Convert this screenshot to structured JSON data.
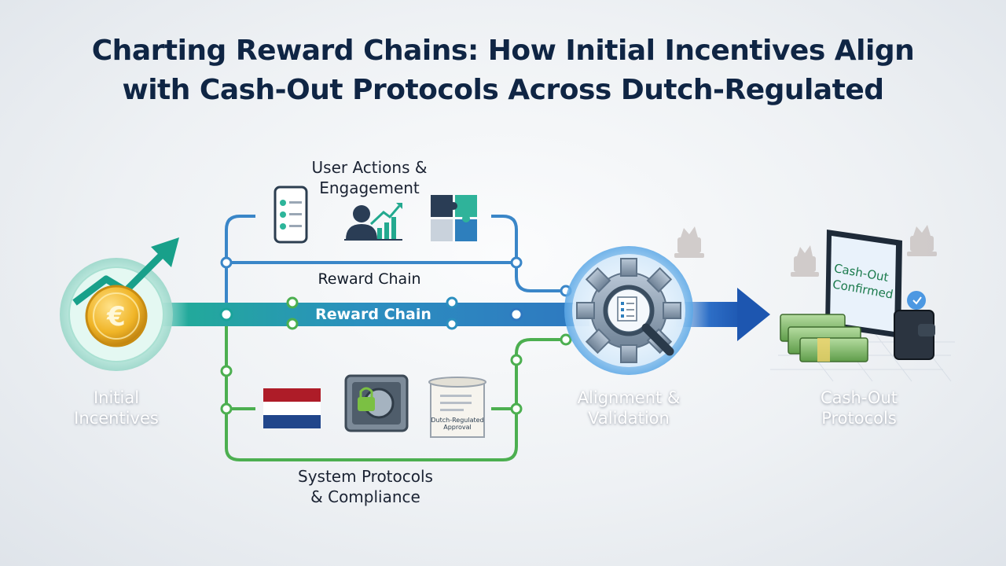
{
  "title": {
    "line1": "Charting Reward Chains: How Initial Incentives Align",
    "line2": "with Cash-Out Protocols Across Dutch-Regulated"
  },
  "nodes": {
    "initial": {
      "line1": "Initial",
      "line2": "Incentives",
      "icon": "euro-coin-icon"
    },
    "user_actions": {
      "line1": "User Actions &",
      "line2": "Engagement"
    },
    "alignment": {
      "line1": "Alignment &",
      "line2": "Validation",
      "icon": "gear-magnifier-icon"
    },
    "cashout": {
      "line1": "Cash-Out",
      "line2": "Protocols"
    },
    "system": {
      "line1": "System Protocols",
      "line2": "& Compliance"
    }
  },
  "chains": {
    "upper_label": "Reward Chain",
    "main_label": "Reward Chain"
  },
  "screen": {
    "line1": "Cash-Out",
    "line2": "Confirmed"
  },
  "document": {
    "line1": "Dutch-Regulated",
    "line2": "Approval"
  },
  "colors": {
    "title": "#0f2544",
    "blue_line": "#3a86c8",
    "green_line": "#4caf50",
    "teal_bar": "#1aa39a",
    "arrow_blue": "#1f5fb8",
    "flag_red": "#ae1c28",
    "flag_blue": "#21468b"
  }
}
